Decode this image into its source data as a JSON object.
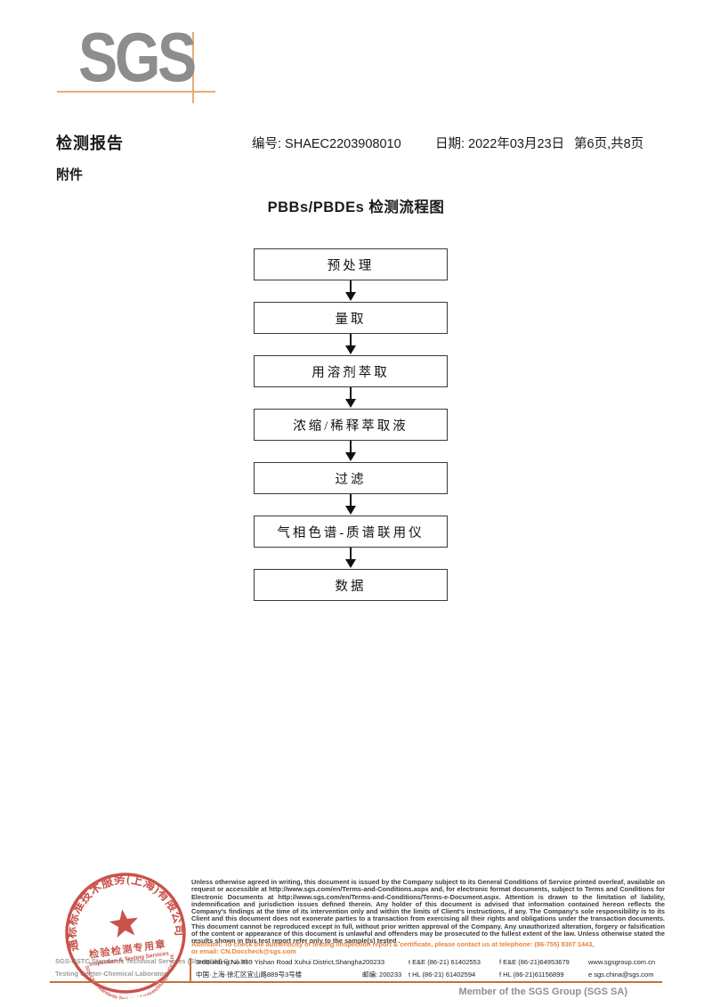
{
  "brand": {
    "logo_text": "SGS",
    "member_text": "Member of the SGS Group (SGS SA)"
  },
  "header": {
    "report_title": "检测报告",
    "report_no": "编号: SHAEC2203908010",
    "date": "日期: 2022年03月23日",
    "page_info": "第6页,共8页",
    "attachment": "附件"
  },
  "flowchart": {
    "title": "PBBs/PBDEs 检测流程图",
    "steps": [
      "预处理",
      "量取",
      "用溶剂萃取",
      "浓缩/稀释萃取液",
      "过滤",
      "气相色谱-质谱联用仪",
      "数据"
    ]
  },
  "stamp": {
    "company_cn_arc": "通标标准技术服务(上海)有限公司",
    "company_en_arc": "SGS-CSTC Standards Technical Services(Shanghai)Co.,Ltd.",
    "seal_title_cn": "检验检测专用章",
    "seal_title_en": "Inspection & Testing Services",
    "color": "#c23b33"
  },
  "footer": {
    "company_line1": "SGS-CSTC Standards Technical Services (Shanghai) Co.,Ltd.",
    "company_line2": "Testing Center-Chemical Laboratory",
    "disclaimer": "Unless otherwise agreed in writing, this document is issued by the Company subject to its General Conditions of Service printed overleaf, available on request or accessible at http://www.sgs.com/en/Terms-and-Conditions.aspx and, for electronic format documents, subject to Terms and Conditions for Electronic Documents at http://www.sgs.com/en/Terms-and-Conditions/Terms-e-Document.aspx. Attention is drawn to the limitation of liability, indemnification and jurisdiction issues defined therein. Any holder of this document is advised that information contained hereon reflects the Company's findings at the time of its intervention only and within the limits of Client's instructions, if any. The Company's sole responsibility is to its Client and this document does not exonerate parties to a transaction from exercising all their rights and obligations under the transaction documents. This document cannot be reproduced except in full, without prior written approval of the Company. Any unauthorized alteration, forgery or falsification of the content or appearance of this document is unlawful and offenders may be prosecuted to the fullest extent of the law. Unless otherwise stated the results shown in this test report refer only to the sample(s) tested .",
    "attention_line1": "Attention: To check the authenticity of testing /inspection report & certificate, please contact us at telephone: (86-755) 8307 1443,",
    "attention_line2": "or email: CN.Doccheck@sgs.com",
    "address_rows": [
      {
        "addr": "3rdBuilding,No.889 Yishan Road Xuhui District,Shanghai China",
        "post": "200233",
        "tel": "t E&E (86-21) 61402553",
        "fax": "f E&E (86-21)64953679",
        "web": "www.sgsgroup.com.cn"
      },
      {
        "addr": "中国·上海·徐汇区宜山路889号3号楼",
        "post": "邮编: 200233",
        "tel": "t HL (86-21) 61402594",
        "fax": "f HL (86-21)61156899",
        "web": "e  sgs.china@sgs.com"
      }
    ],
    "accent_color": "#c4713b"
  }
}
